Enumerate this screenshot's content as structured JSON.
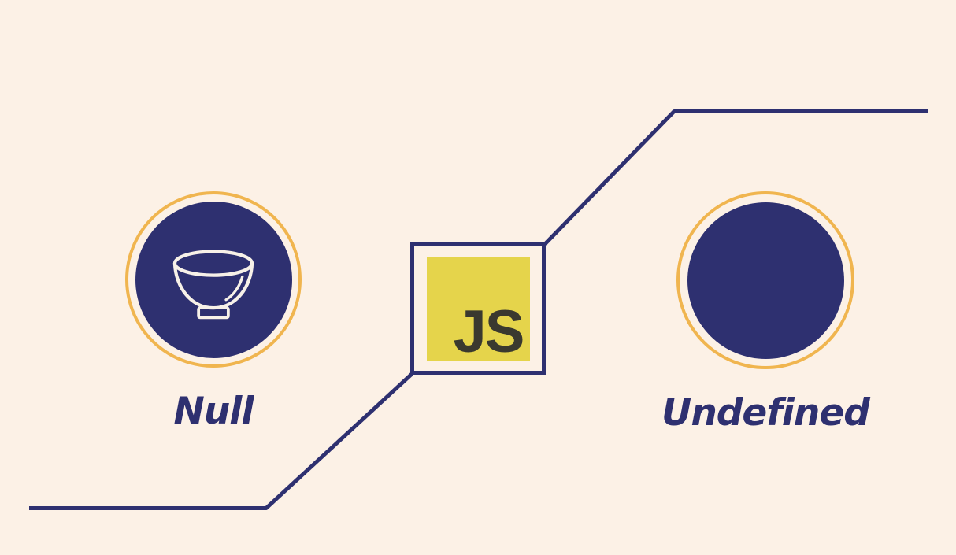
{
  "colors": {
    "background": "#fcf1e6",
    "navy": "#2e3070",
    "orange": "#f0b54f",
    "js_yellow": "#e5d44b",
    "js_text": "#3a392f",
    "bowl_stroke": "#f7f1e8"
  },
  "left": {
    "label": "Null",
    "icon": "empty-bowl-icon"
  },
  "center": {
    "logo_text": "JS"
  },
  "right": {
    "label": "Undefined"
  }
}
